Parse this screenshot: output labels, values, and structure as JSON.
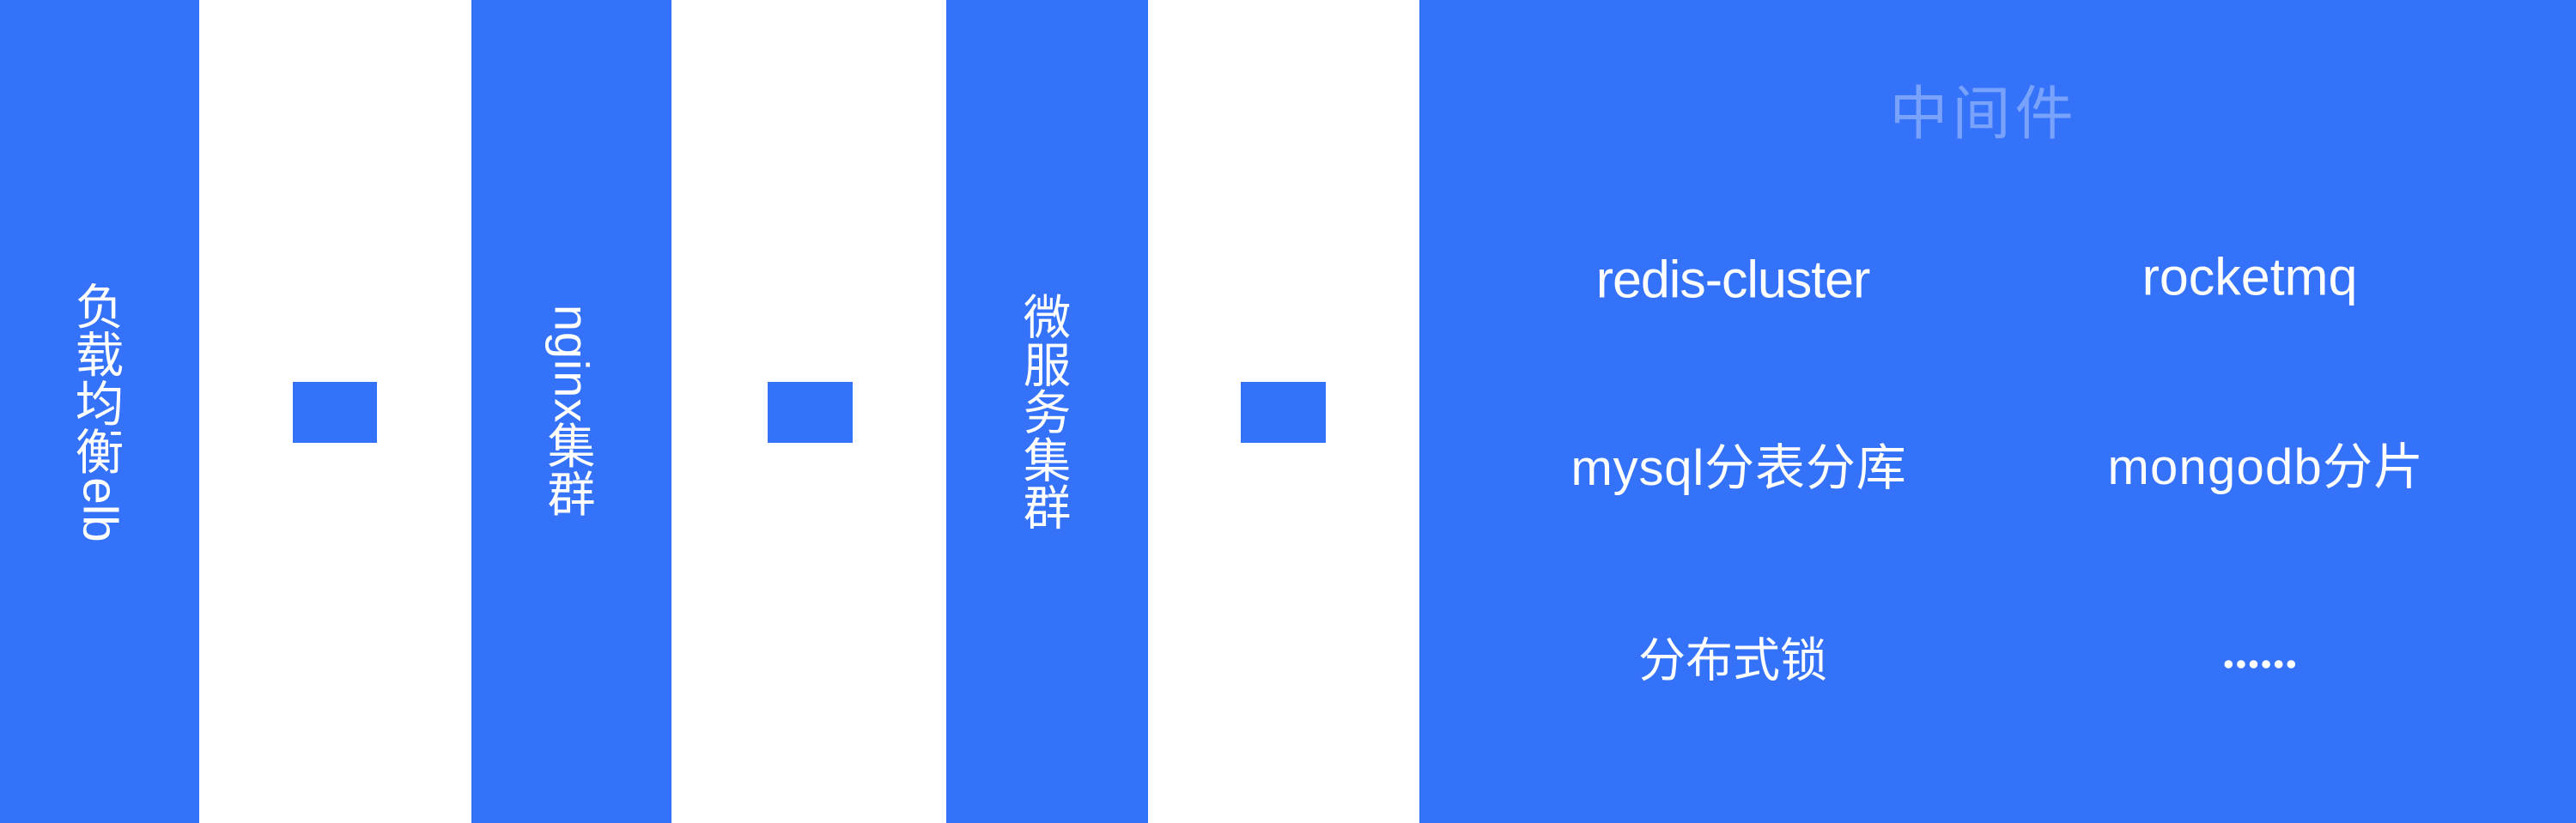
{
  "colors": {
    "accent_blue": "#3572FA",
    "text_white": "#ffffff",
    "watermark_title": "rgba(255,255,255,0.34)",
    "background": "#ffffff"
  },
  "pipeline": {
    "bars": [
      {
        "label": "负载均衡elb"
      },
      {
        "label": "nginx集群"
      },
      {
        "label": "微服务集群"
      }
    ]
  },
  "middleware": {
    "title": "中间件",
    "items": [
      {
        "label": "redis-cluster"
      },
      {
        "label": "rocketmq"
      },
      {
        "label": "mysql分表分库"
      },
      {
        "label": "mongodb分片"
      },
      {
        "label": "分布式锁"
      },
      {
        "label": "……"
      }
    ]
  }
}
